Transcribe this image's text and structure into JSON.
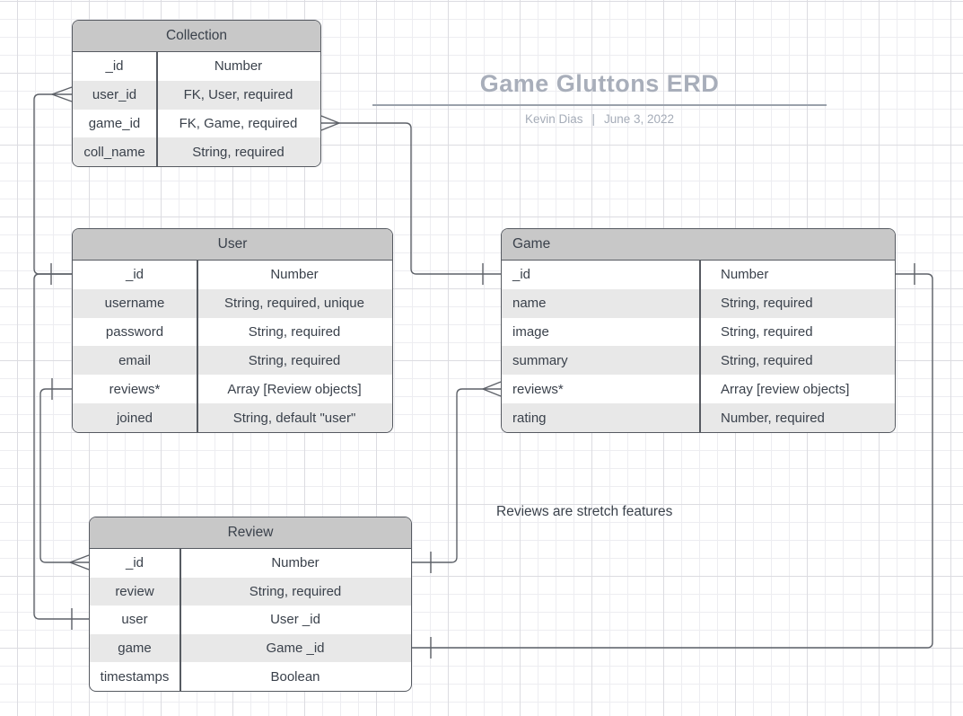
{
  "diagram": {
    "title": "Game Gluttons ERD",
    "author": "Kevin Dias",
    "separator": "|",
    "date": "June 3, 2022",
    "note": "Reviews are stretch features"
  },
  "entities": [
    {
      "id": "collection",
      "title": "Collection",
      "rows": [
        [
          "_id",
          "Number"
        ],
        [
          "user_id",
          "FK, User, required"
        ],
        [
          "game_id",
          "FK, Game, required"
        ],
        [
          "coll_name",
          "String, required"
        ]
      ]
    },
    {
      "id": "user",
      "title": "User",
      "rows": [
        [
          "_id",
          "Number"
        ],
        [
          "username",
          "String, required, unique"
        ],
        [
          "password",
          "String, required"
        ],
        [
          "email",
          "String, required"
        ],
        [
          "reviews*",
          "Array [Review objects]"
        ],
        [
          "joined",
          "String, default \"user\""
        ]
      ]
    },
    {
      "id": "game",
      "title": "Game",
      "rows": [
        [
          "_id",
          "Number"
        ],
        [
          "name",
          "String, required"
        ],
        [
          "image",
          "String, required"
        ],
        [
          "summary",
          "String, required"
        ],
        [
          "reviews*",
          "Array [review objects]"
        ],
        [
          "rating",
          "Number, required"
        ]
      ]
    },
    {
      "id": "review",
      "title": "Review",
      "rows": [
        [
          "_id",
          "Number"
        ],
        [
          "review",
          "String, required"
        ],
        [
          "user",
          "User _id"
        ],
        [
          "game",
          "Game _id"
        ],
        [
          "timestamps",
          "Boolean"
        ]
      ]
    }
  ],
  "relationships": [
    {
      "from": "Collection.user_id",
      "to": "User._id",
      "from_cardinality": "many",
      "to_cardinality": "one"
    },
    {
      "from": "Collection.game_id",
      "to": "Game._id",
      "from_cardinality": "many",
      "to_cardinality": "one"
    },
    {
      "from": "User.reviews*",
      "to": "Review._id",
      "from_cardinality": "one",
      "to_cardinality": "many"
    },
    {
      "from": "Review.user",
      "to": "User._id",
      "from_cardinality": "one",
      "to_cardinality": "one"
    },
    {
      "from": "Game.reviews*",
      "to": "Review._id",
      "from_cardinality": "many",
      "to_cardinality": "one"
    },
    {
      "from": "Review.game",
      "to": "Game._id",
      "from_cardinality": "one",
      "to_cardinality": "one"
    }
  ],
  "colors": {
    "entity_header_fill": "#c8c8c8",
    "entity_alt_row_fill": "#e8e8e8",
    "entity_border": "#565a61",
    "connector": "#5d6168",
    "title_text": "#a8aeba",
    "body_text": "#3a414b",
    "grid_minor": "#ededf1",
    "grid_major": "#dcdce1"
  }
}
